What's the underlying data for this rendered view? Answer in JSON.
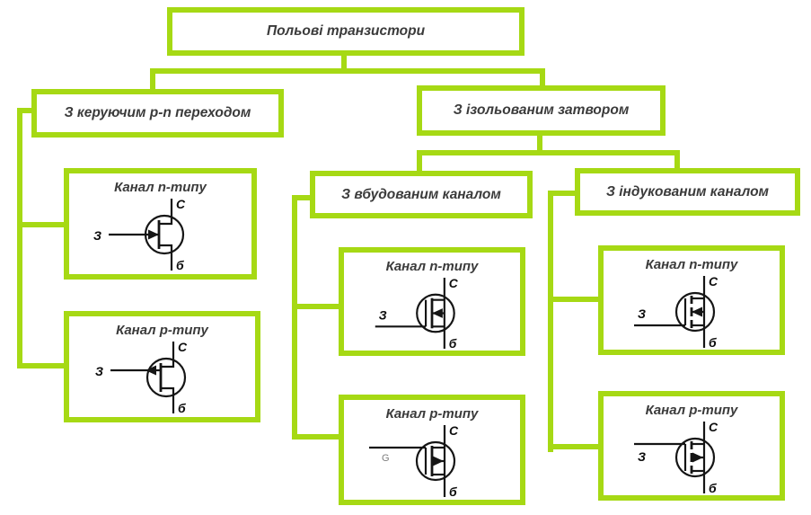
{
  "diagram": {
    "root": {
      "label": "Польові транзистори"
    },
    "branches": {
      "junction_gate": {
        "label": "З керуючим p-n переходом"
      },
      "insulated_gate": {
        "label": "З ізольованим затвором"
      }
    },
    "groups": {
      "built_in": {
        "label": "З вбудованим каналом"
      },
      "induced": {
        "label": "З індукованим каналом"
      }
    },
    "devices": {
      "jfet_n": {
        "title": "Канал n-типу",
        "symbol": "jfet-n-channel",
        "terminals": {
          "gate": "З",
          "drain": "С",
          "source": "б"
        }
      },
      "jfet_p": {
        "title": "Канал p-типу",
        "symbol": "jfet-p-channel",
        "terminals": {
          "gate": "З",
          "drain": "С",
          "source": "б"
        }
      },
      "builtin_n": {
        "title": "Канал n-типу",
        "symbol": "mosfet-built-in-n-channel",
        "terminals": {
          "gate": "З",
          "drain": "С",
          "source": "б"
        }
      },
      "builtin_p": {
        "title": "Канал p-типу",
        "symbol": "mosfet-built-in-p-channel",
        "terminals": {
          "gate": "G",
          "drain": "С",
          "source": "б"
        }
      },
      "induced_n": {
        "title": "Канал n-типу",
        "symbol": "mosfet-induced-n-channel",
        "terminals": {
          "gate": "З",
          "drain": "С",
          "source": "б"
        }
      },
      "induced_p": {
        "title": "Канал p-типу",
        "symbol": "mosfet-induced-p-channel",
        "terminals": {
          "gate": "З",
          "drain": "С",
          "source": "б"
        }
      }
    }
  },
  "colors": {
    "box_border_green": "#a6d914",
    "label_text": "#3b3b3b",
    "symbol_stroke": "#151515",
    "background": "#ffffff"
  }
}
